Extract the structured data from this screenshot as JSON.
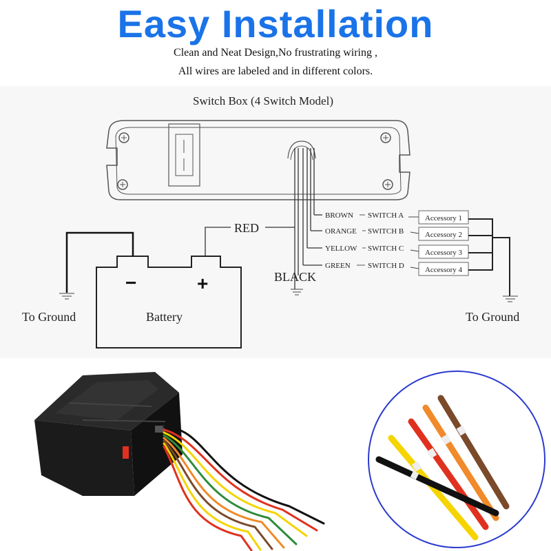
{
  "header": {
    "title": "Easy Installation",
    "subtitle_line1": "Clean and Neat Design,No frustrating wiring ,",
    "subtitle_line2": "All wires are labeled and in different colors."
  },
  "diagram": {
    "title": "Switch Box (4 Switch Model)",
    "battery_label": "Battery",
    "battery_minus": "−",
    "battery_plus": "+",
    "red_label": "RED",
    "black_label": "BLACK",
    "ground_left": "To Ground",
    "ground_right": "To Ground",
    "wires": [
      {
        "color": "BROWN",
        "switch": "SWITCH A",
        "accessory": "Accessory 1"
      },
      {
        "color": "ORANGE",
        "switch": "SWITCH B",
        "accessory": "Accessory 2"
      },
      {
        "color": "YELLOW",
        "switch": "SWITCH C",
        "accessory": "Accessory 3"
      },
      {
        "color": "GREEN",
        "switch": "SWITCH D",
        "accessory": "Accessory 4"
      }
    ]
  },
  "colors": {
    "title": "#1a73e8",
    "wire_brown": "#7a4a2a",
    "wire_orange": "#f08a2a",
    "wire_yellow": "#f5d400",
    "wire_green": "#2e8b3a",
    "wire_red": "#e0311f",
    "wire_black": "#111111"
  }
}
